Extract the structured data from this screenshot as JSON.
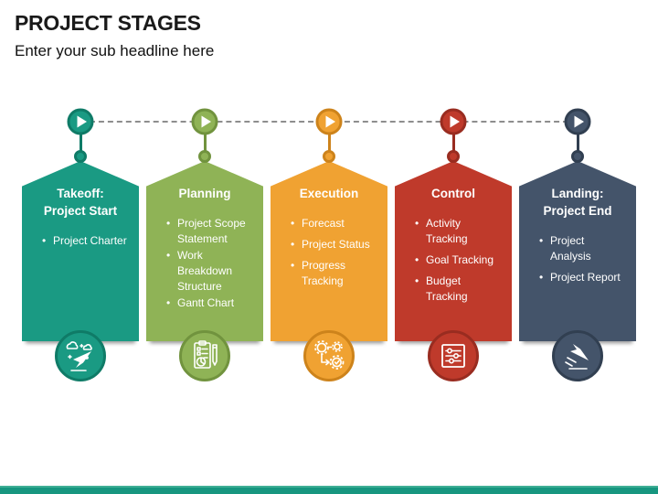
{
  "slide": {
    "title": "PROJECT STAGES",
    "subtitle": "Enter your sub headline here"
  },
  "colors": {
    "bottom_accent_bar": "#17967f",
    "timeline_dash": "#8e8e8e"
  },
  "stages": [
    {
      "id": "takeoff",
      "title_lines": [
        "Takeoff:",
        "Project Start"
      ],
      "items": [
        "Project Charter"
      ],
      "color": "#1a9a83",
      "dark_color": "#0f7b67",
      "icon": "plane-takeoff-icon",
      "marker_icon": "play-icon"
    },
    {
      "id": "planning",
      "title_lines": [
        "Planning"
      ],
      "items": [
        "Project Scope Statement",
        "Work Breakdown Structure",
        "Gantt Chart"
      ],
      "color": "#8fb356",
      "dark_color": "#71933e",
      "icon": "clipboard-pencil-icon",
      "marker_icon": "play-icon"
    },
    {
      "id": "execution",
      "title_lines": [
        "Execution"
      ],
      "items": [
        "Forecast",
        "Project Status",
        "Progress Tracking"
      ],
      "color": "#f0a232",
      "dark_color": "#cd831b",
      "icon": "gears-workflow-icon",
      "marker_icon": "play-icon"
    },
    {
      "id": "control",
      "title_lines": [
        "Control"
      ],
      "items": [
        "Activity Tracking",
        "Goal Tracking",
        "Budget Tracking"
      ],
      "color": "#bf3a2b",
      "dark_color": "#992c20",
      "icon": "sliders-icon",
      "marker_icon": "play-icon"
    },
    {
      "id": "landing",
      "title_lines": [
        "Landing:",
        "Project End"
      ],
      "items": [
        "Project Analysis",
        "Project Report"
      ],
      "color": "#44546a",
      "dark_color": "#313f51",
      "icon": "plane-landing-icon",
      "marker_icon": "play-icon"
    }
  ]
}
